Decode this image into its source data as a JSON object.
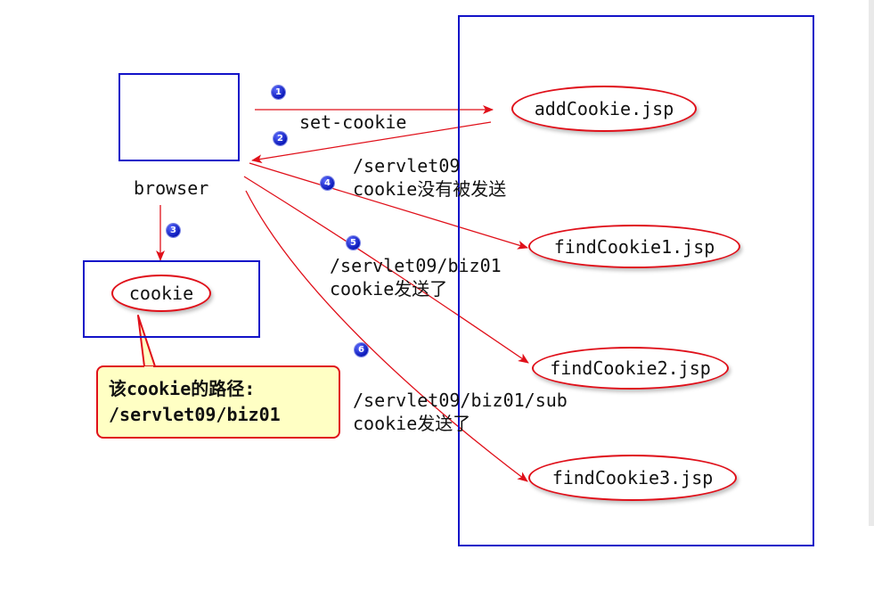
{
  "nodes": {
    "browser_label": "browser",
    "cookie_label": "cookie",
    "add_cookie": "addCookie.jsp",
    "find_cookie_1": "findCookie1.jsp",
    "find_cookie_2": "findCookie2.jsp",
    "find_cookie_3": "findCookie3.jsp"
  },
  "arrows": {
    "set_cookie": "set-cookie",
    "req1_path": "/servlet09",
    "req1_note": "cookie没有被发送",
    "req2_path": "/servlet09/biz01",
    "req2_note": "cookie发送了",
    "req3_path": "/servlet09/biz01/sub",
    "req3_note": "cookie发送了"
  },
  "steps": [
    "1",
    "2",
    "3",
    "4",
    "5",
    "6"
  ],
  "callout": {
    "line1": "该cookie的路径:",
    "line2": "/servlet09/biz01"
  },
  "colors": {
    "box_border": "#1212c8",
    "arrow": "#e0101a",
    "callout_bg": "#ffffc4",
    "badge": "#0a18b8"
  }
}
